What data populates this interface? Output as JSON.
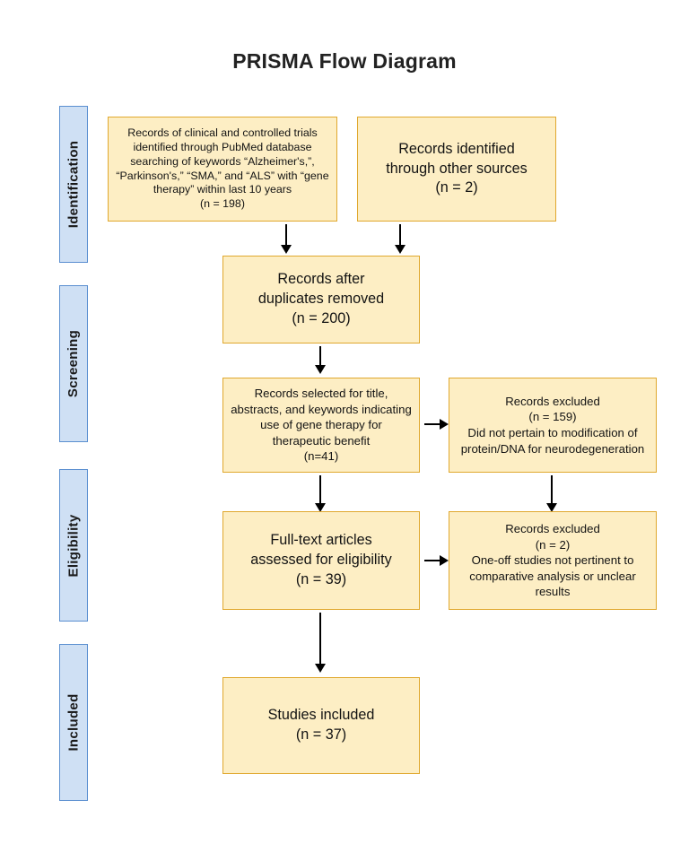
{
  "title": "PRISMA Flow Diagram",
  "colors": {
    "box_fill": "#fdeec4",
    "box_border": "#e0a82e",
    "stage_fill": "#cfe0f4",
    "stage_border": "#5b8fd0",
    "arrow": "#000000",
    "text": "#131313",
    "background": "#ffffff"
  },
  "stages": [
    {
      "label": "Identification"
    },
    {
      "label": "Screening"
    },
    {
      "label": "Eligibility"
    },
    {
      "label": "Included"
    }
  ],
  "boxes": {
    "identification_database": {
      "text": "Records of clinical and controlled trials identified through PubMed database searching of keywords “Alzheimer's,”, “Parkinson's,” “SMA,” and “ALS” with “gene therapy” within last 10 years\n(n = 198)",
      "count": 198
    },
    "identification_other": {
      "text": "Records identified\nthrough other sources\n(n = 2)",
      "count": 2
    },
    "duplicates_removed": {
      "text": "Records after\nduplicates removed\n(n = 200)",
      "count": 200
    },
    "screened": {
      "text": "Records selected for title, abstracts, and keywords indicating use of gene therapy for therapeutic benefit\n(n=41)",
      "count": 41
    },
    "excluded_screening": {
      "text": "Records excluded\n(n = 159)\nDid not pertain to modification of protein/DNA for neurodegeneration",
      "count": 159
    },
    "fulltext_assessed": {
      "text": "Full-text articles\nassessed for eligibility\n(n = 39)",
      "count": 39
    },
    "excluded_eligibility": {
      "text": "Records excluded\n(n = 2)\nOne-off studies not pertinent to comparative analysis or unclear results",
      "count": 2
    },
    "studies_included": {
      "text": "Studies included\n(n = 37)",
      "count": 37
    }
  },
  "arrows": [
    {
      "name": "database-to-duplicates",
      "direction": "down"
    },
    {
      "name": "other-sources-to-duplicates",
      "direction": "down"
    },
    {
      "name": "duplicates-to-screened",
      "direction": "down"
    },
    {
      "name": "screened-to-excluded-screening",
      "direction": "right"
    },
    {
      "name": "screened-to-fulltext",
      "direction": "down"
    },
    {
      "name": "excluded-screening-to-excluded-eligibility",
      "direction": "down"
    },
    {
      "name": "fulltext-to-excluded-eligibility",
      "direction": "right"
    },
    {
      "name": "fulltext-to-included",
      "direction": "down"
    }
  ]
}
